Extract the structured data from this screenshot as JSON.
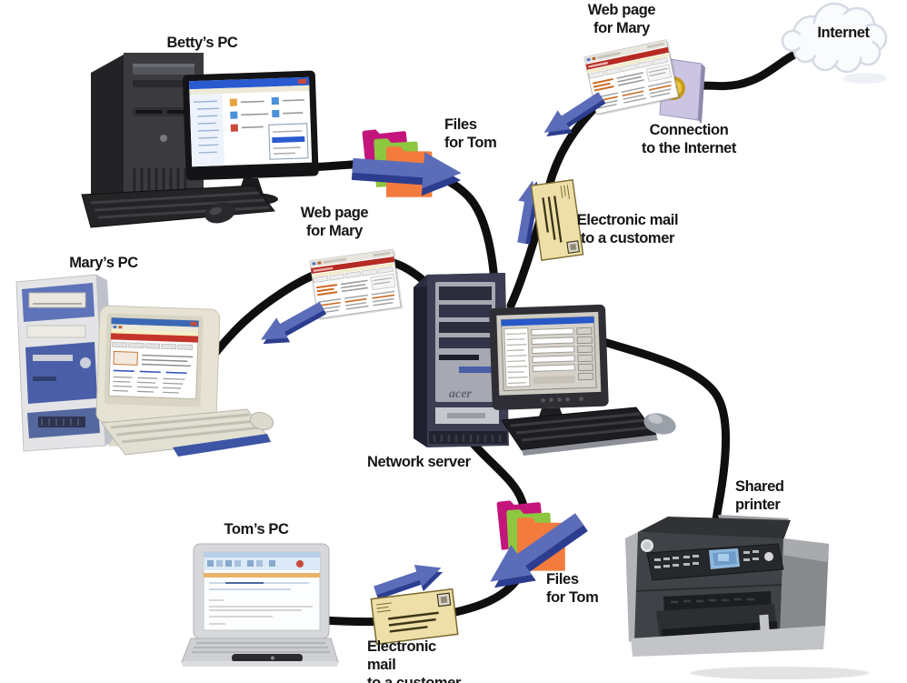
{
  "figure": {
    "type": "network-diagram",
    "description": "Small office network: three client PCs and a shared printer connected to a network server, with a connection to the Internet"
  },
  "labels": {
    "bettys_pc": "Betty’s PC",
    "marys_pc": "Mary’s PC",
    "toms_pc": "Tom’s PC",
    "network_server": "Network server",
    "internet": "Internet",
    "connection_1": "Connection",
    "connection_2": "to the Internet",
    "web_page_1": "Web page",
    "web_page_2": "for Mary",
    "files_1": "Files",
    "files_2": "for Tom",
    "email_1": "Electronic mail",
    "email_2": "to a customer",
    "shared_1": "Shared",
    "shared_2": "printer",
    "acer": "acer"
  },
  "connections": [
    {
      "from": "Betty’s PC",
      "to": "Network server"
    },
    {
      "from": "Mary’s PC",
      "to": "Network server"
    },
    {
      "from": "Tom’s PC",
      "to": "Network server"
    },
    {
      "from": "Shared printer",
      "to": "Network server"
    },
    {
      "from": "Network server",
      "to": "Connection to the Internet"
    },
    {
      "from": "Connection to the Internet",
      "to": "Internet"
    }
  ],
  "colors": {
    "cable": "#0f0f0f",
    "arrow_face": "#5b6cb8",
    "arrow_side": "#2c3d8f",
    "folder_magenta": "#c4157c",
    "folder_green": "#8dc63f",
    "folder_orange": "#f47b3e",
    "envelope": "#eedfa8",
    "wall_plate": "#cbc4e2",
    "connector_gold": "#ecc93e",
    "banner_red": "#b52a22"
  }
}
